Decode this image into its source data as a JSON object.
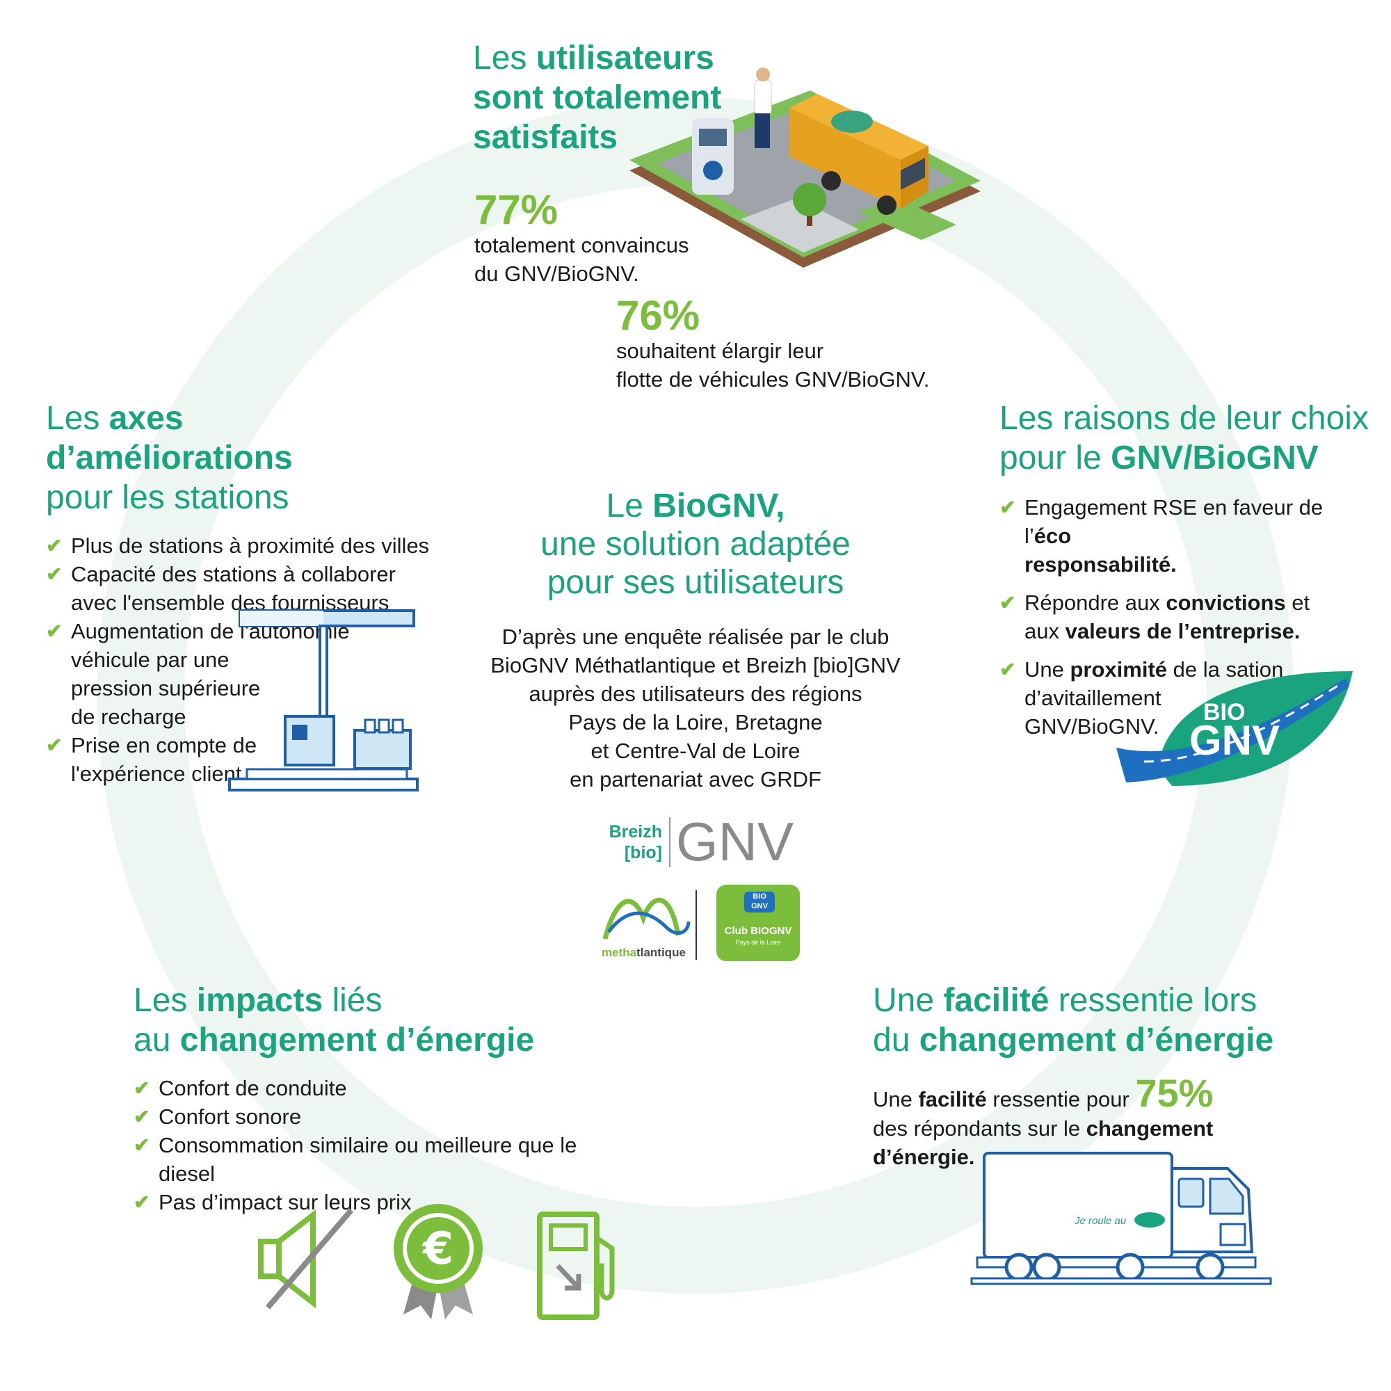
{
  "top": {
    "title_pre": "Les ",
    "title_b1": "utilisateurs",
    "title_b2": "sont totalement",
    "title_b3": "satisfaits",
    "stat1_pct": "77%",
    "stat1_l1": "totalement convaincus",
    "stat1_l2": "du GNV/BioGNV.",
    "stat2_pct": "76%",
    "stat2_l1": "souhaitent élargir leur",
    "stat2_l2": "flotte de véhicules GNV/BioGNV."
  },
  "left": {
    "title_pre": "Les ",
    "title_b": "axes d’améliorations",
    "title_l2": "pour les stations",
    "items": [
      {
        "lines": [
          "Plus de stations à proximité des villes"
        ]
      },
      {
        "lines": [
          "Capacité des stations à collaborer",
          "avec l'ensemble des fournisseurs"
        ]
      },
      {
        "lines": [
          "Augmentation de l'autonomie",
          "véhicule par une",
          "pression supérieure",
          "de recharge"
        ]
      },
      {
        "lines": [
          "Prise en compte de",
          "l'expérience client"
        ]
      }
    ]
  },
  "right": {
    "title_l1": "Les raisons de leur choix",
    "title_pre": "pour le ",
    "title_b": "GNV/BioGNV",
    "items": [
      {
        "a": "Engagement RSE en faveur de l’",
        "b": "éco",
        "c": "responsabilité."
      },
      {
        "a": "Répondre aux ",
        "b": "convictions",
        "c": " et",
        "d": "aux ",
        "e": "valeurs de l’entreprise."
      },
      {
        "a": "Une ",
        "b": "proximité",
        "c": " de la sation",
        "l2": "d’avitaillement",
        "l3": "GNV/BioGNV."
      }
    ],
    "leaf_bio": "BIO",
    "leaf_gnv": "GNV"
  },
  "center": {
    "title_pre": "Le ",
    "title_b": "BioGNV,",
    "title_l2": "une solution adaptée",
    "title_l3": "pour ses utilisateurs",
    "body": [
      "D’après une enquête réalisée par le club",
      "BioGNV Méthatlantique et Breizh [bio]GNV",
      "auprès des utilisateurs des régions",
      "Pays de la Loire, Bretagne",
      "et Centre-Val de Loire",
      "en partenariat avec GRDF"
    ],
    "logo_breizh": "Breizh",
    "logo_bio": "[bio]",
    "logo_gnv": "GNV",
    "logo_metha_a": "metha",
    "logo_metha_b": "tlantique",
    "logo_club_bio": "BIO",
    "logo_club_gnv": "GNV",
    "logo_club_name": "Club BIOGNV",
    "logo_club_region": "Pays de la Loire"
  },
  "bottom_left": {
    "title_pre": "Les ",
    "title_b": "impacts",
    "title_post": " liés",
    "title_l2_pre": "au ",
    "title_l2_b": "changement d’énergie",
    "items": [
      "Confort de conduite",
      "Confort sonore",
      "Consommation similaire ou meilleure que le diesel",
      "Pas d’impact sur leurs prix"
    ]
  },
  "bottom_right": {
    "title_pre": "Une ",
    "title_b": "facilité",
    "title_post": " ressentie lors",
    "title_l2_pre": "du ",
    "title_l2_b": "changement d’énergie",
    "body_pre": "Une ",
    "body_b": "facilité",
    "body_post": " ressentie pour ",
    "pct": "75%",
    "body_l2_pre": "des répondants sur le ",
    "body_l2_b": "changement",
    "body_l3_b": "d’énergie.",
    "truck_text": "Je roule au"
  },
  "colors": {
    "teal": "#1aa37f",
    "green": "#7cbd3c",
    "ring": "#eef6f1",
    "blue": "#1f5fa8",
    "van": "#f2b233"
  }
}
